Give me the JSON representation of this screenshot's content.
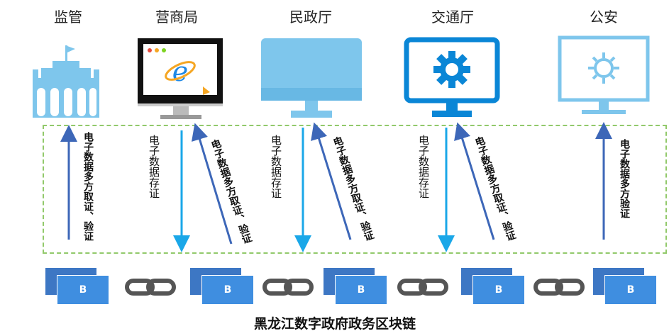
{
  "nodes": [
    {
      "title": "监管",
      "icon": "government-building-icon"
    },
    {
      "title": "营商局",
      "icon": "browser-monitor-icon"
    },
    {
      "title": "民政厅",
      "icon": "monitor-icon"
    },
    {
      "title": "交通厅",
      "icon": "gear-monitor-icon"
    },
    {
      "title": "公安",
      "icon": "gear-monitor-outline-icon"
    }
  ],
  "labels": {
    "up_verify_multi": "电子数据多方取证、验证",
    "up_verify": "电子数据多方验证",
    "down_store": "电子数据存证"
  },
  "blocks": [
    "B",
    "B",
    "B",
    "B",
    "B"
  ],
  "caption": "黑龙江数字政府政务区块链",
  "colors": {
    "icon_light_blue": "#7ec6ec",
    "icon_blue": "#0a86d6",
    "arrow_dark_blue": "#3d67b8",
    "arrow_cyan": "#1aa7e8",
    "dashed_border": "#92c96b",
    "block": "#3f8ee0",
    "chain": "#555555"
  }
}
